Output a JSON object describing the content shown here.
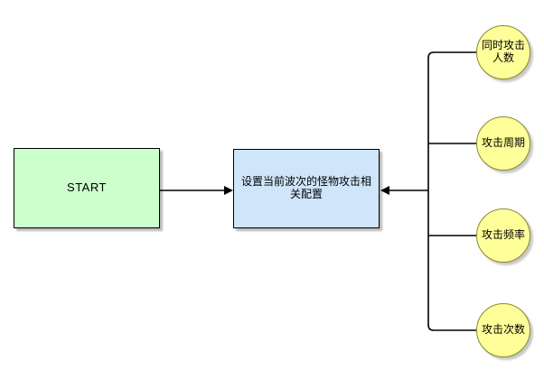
{
  "diagram": {
    "title": "monster-attack-config-flow",
    "background": "#ffffff",
    "colors": {
      "start_fill": "#ccffcc",
      "process_fill": "#cfe5fa",
      "circle_fill": "#ffff99",
      "edge_stroke": "#000000",
      "text": "#000000"
    },
    "nodes": {
      "start": {
        "label": "START",
        "shape": "rectangle",
        "fill": "#ccffcc"
      },
      "process": {
        "label": "设置当前波次的怪物攻击相关配置",
        "shape": "rectangle",
        "fill": "#cfe5fa"
      },
      "attributes": [
        {
          "label": "同时攻击\n人数",
          "shape": "circle",
          "fill": "#ffff99"
        },
        {
          "label": "攻击周期",
          "shape": "circle",
          "fill": "#ffff99"
        },
        {
          "label": "攻击频率",
          "shape": "circle",
          "fill": "#ffff99"
        },
        {
          "label": "攻击次数",
          "shape": "circle",
          "fill": "#ffff99"
        }
      ]
    },
    "edges": [
      {
        "from": "start",
        "to": "process",
        "arrow": "to-process"
      },
      {
        "from": "attributes-trunk",
        "to": "process",
        "arrow": "to-process"
      }
    ]
  }
}
